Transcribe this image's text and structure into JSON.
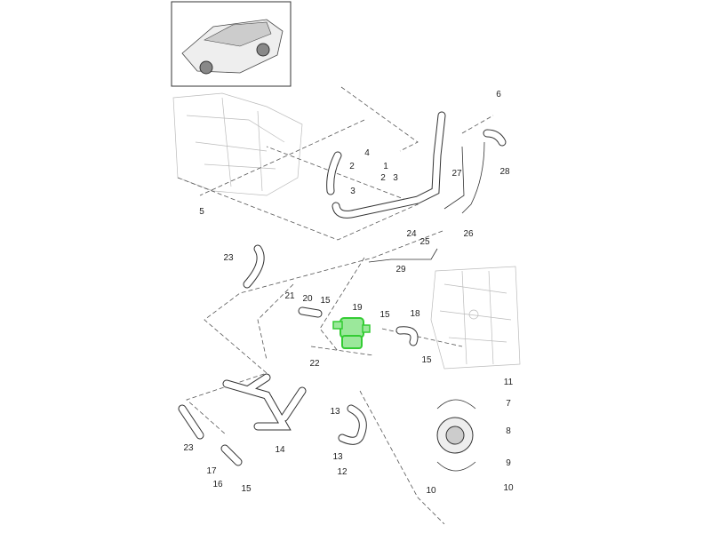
{
  "diagram": {
    "labels": [
      "6",
      "4",
      "2",
      "1",
      "2",
      "3",
      "3",
      "5",
      "27",
      "28",
      "24",
      "25",
      "26",
      "23",
      "29",
      "21",
      "20",
      "15",
      "19",
      "15",
      "18",
      "15",
      "11",
      "7",
      "8",
      "9",
      "10",
      "10",
      "22",
      "13",
      "13",
      "12",
      "14",
      "23",
      "17",
      "16",
      "15"
    ],
    "highlight_part": "19",
    "highlight_color": "#33cc33",
    "thumbnail": "vehicle-overview"
  }
}
